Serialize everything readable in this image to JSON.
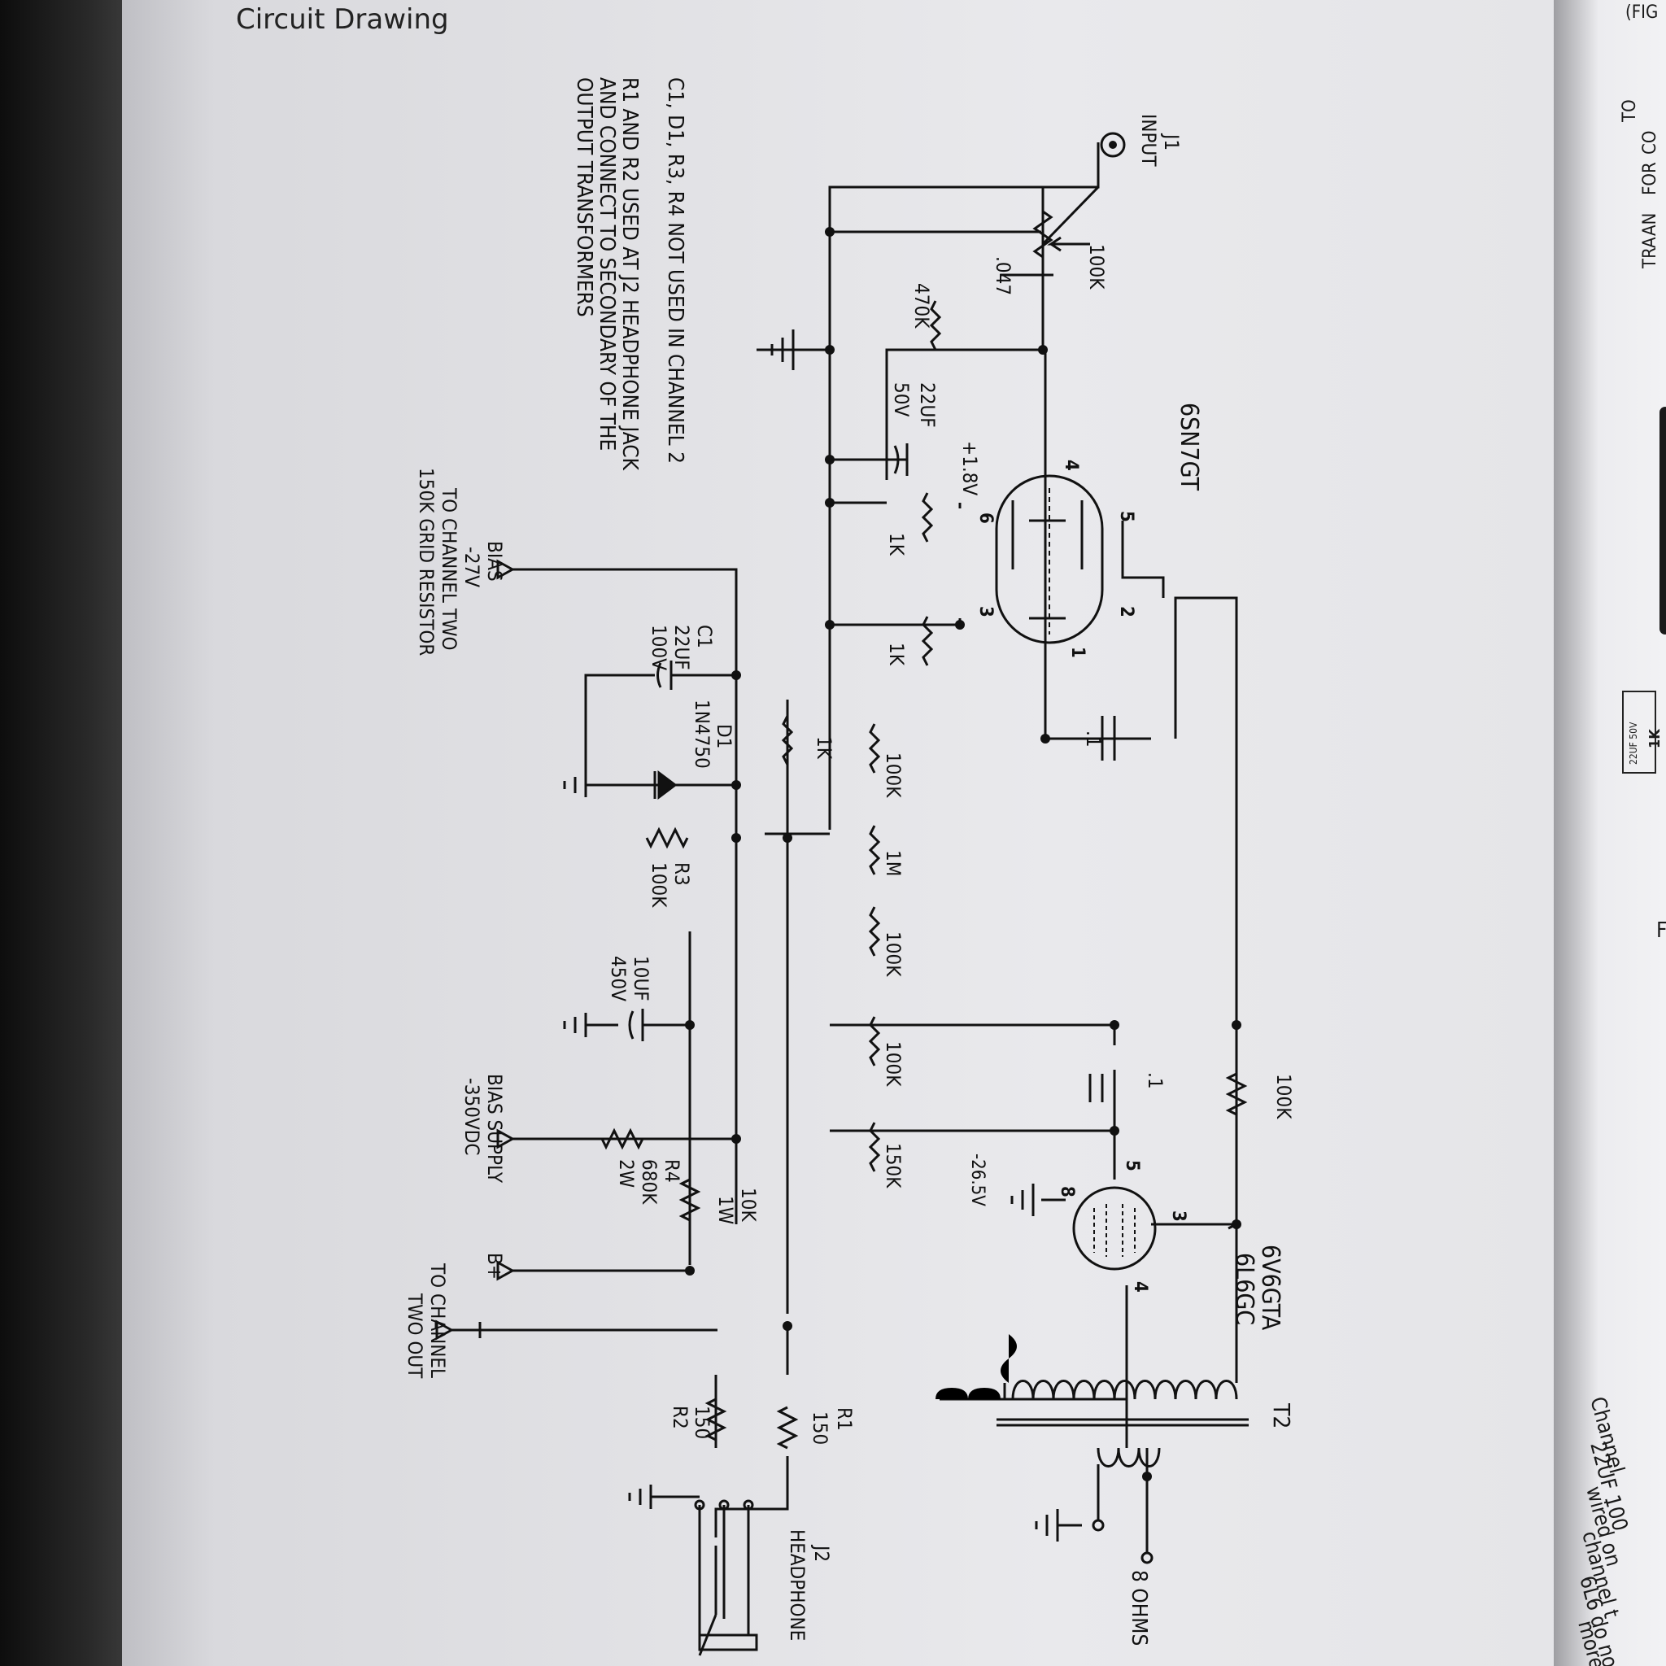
{
  "page": {
    "heading": "Circuit Drawing"
  },
  "neighbor_page": {
    "top_snippet": "(FIG",
    "right_lines": [
      "TO",
      "CO",
      "FOR",
      "AN",
      "TRA"
    ],
    "mid_glyph": "F",
    "mini_cap": "22UF 50V",
    "mini_res": "1K",
    "bottom_lines": [
      "Channel",
      "22UF 100",
      "wired on",
      "channel t",
      "6L6 do no",
      "more"
    ]
  },
  "schematic": {
    "j1": {
      "name": "J1",
      "label": "INPUT"
    },
    "pot": "100K",
    "c_in": ".047",
    "r_grid": "470K",
    "cap_k": {
      "value": "22UF",
      "voltage": "50V"
    },
    "v_cathode": "+1.8V",
    "tube1": {
      "name": "6SN7GT",
      "pins": [
        "5",
        "4",
        "6",
        "2",
        "3",
        "1"
      ]
    },
    "r_k1": "1K",
    "r_k2": "1K",
    "r_k3": "1K",
    "c_coup": ".1",
    "r_100k_a": "100K",
    "r_1m": "1M",
    "r_100k_b": "100K",
    "r_100k_c": "100K",
    "r_150k": "150K",
    "c_2": ".1",
    "r_plate": "100K",
    "v_grid": "-26.5V",
    "tube2": {
      "name": "6V6GTA",
      "alt": "6L6GC",
      "pins": [
        "5",
        "8",
        "3",
        "4"
      ]
    },
    "t2": "T2",
    "out": "8 OHMS",
    "r1": {
      "name": "R1",
      "value": "150"
    },
    "r2": {
      "name": "R2",
      "value": "150"
    },
    "j2": {
      "name": "J2",
      "label": "HEADPHONE"
    },
    "r_10k": {
      "value": "10K",
      "power": "1W"
    },
    "c_bulk": {
      "value": "10UF",
      "voltage": "450V"
    },
    "r4": {
      "name": "R4",
      "value": "680K",
      "power": "2W"
    },
    "r3": {
      "name": "R3",
      "value": "100K"
    },
    "d1": {
      "name": "D1",
      "part": "1N4750"
    },
    "c1": {
      "name": "C1",
      "value": "22UF",
      "voltage": "100V"
    },
    "bias": {
      "label": "BIAS",
      "value": "-27V",
      "note1": "TO CHANNEL TWO",
      "note2": "150K GRID RESISTOR"
    },
    "bias_supply": {
      "label": "BIAS SUPPLY",
      "value": "-350VDC"
    },
    "bplus": "B+",
    "ch2_out": {
      "line1": "TO CHANNEL",
      "line2": "TWO OUT"
    },
    "notes": {
      "note1": "C1, D1, R3, R4 NOT USED IN CHANNEL 2",
      "note2a": "R1 AND R2 USED AT J2 HEADPHONE JACK",
      "note2b": "AND CONNECT TO SECONDARY OF THE",
      "note2c": "OUTPUT TRANSFORMERS"
    }
  }
}
